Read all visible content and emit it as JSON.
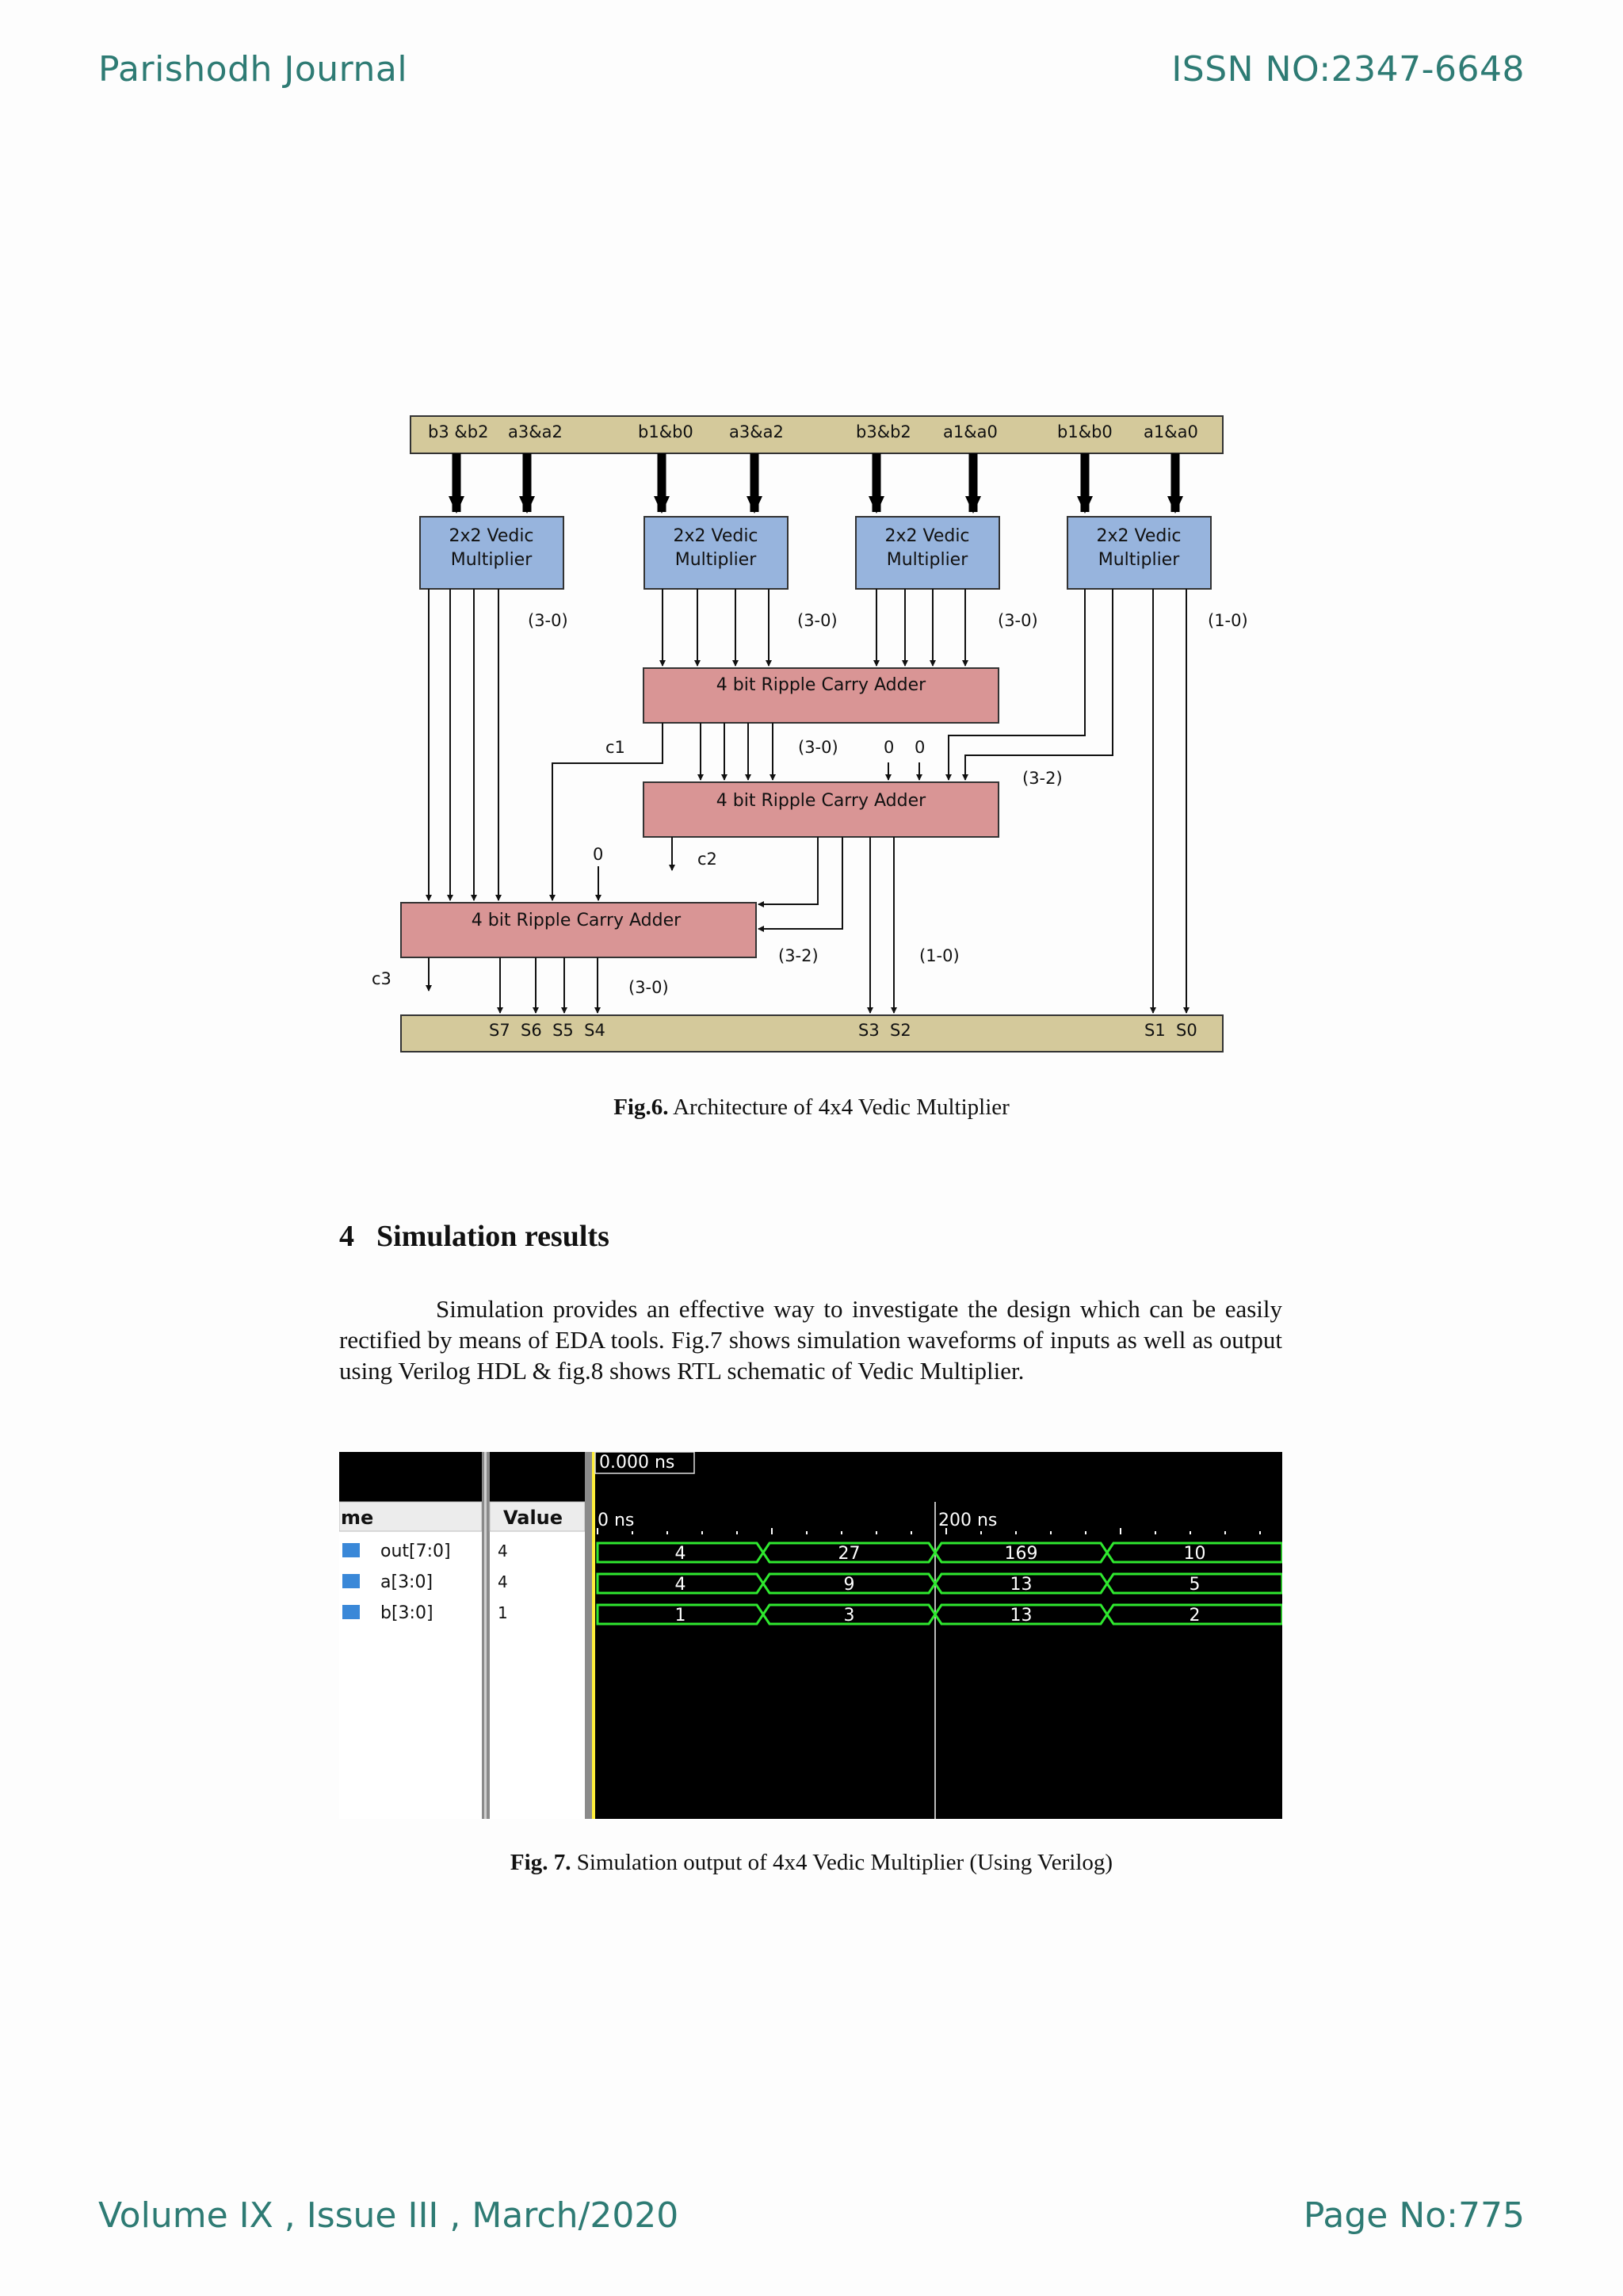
{
  "header": {
    "journal": "Parishodh Journal",
    "issn": "ISSN NO:2347-6648"
  },
  "footer": {
    "volume": "Volume IX , Issue III , March/2020",
    "page": "Page No:775"
  },
  "fig6": {
    "inputs": [
      "b3 &b2",
      "a3&a2",
      "b1&b0",
      "a3&a2",
      "b3&b2",
      "a1&a0",
      "b1&b0",
      "a1&a0"
    ],
    "vm_line1": "2x2 Vedic",
    "vm_line2": "Multiplier",
    "rca_label": "4 bit Ripple Carry Adder",
    "labels": {
      "r30a": "(3-0)",
      "r30b": "(3-0)",
      "r30c": "(3-0)",
      "r10": "(1-0)",
      "c1": "c1",
      "r30d": "(3-0)",
      "zero1": "0",
      "zero2": "0",
      "r32a": "(3-2)",
      "zero3": "0",
      "c2": "c2",
      "c3": "c3",
      "r32b": "(3-2)",
      "r10b": "(1-0)",
      "r30e": "(3-0)"
    },
    "outputs": {
      "g1": "S7  S6  S5  S4",
      "g2": "S3  S2",
      "g3": "S1  S0"
    },
    "caption_bold": "Fig.6.",
    "caption_text": " Architecture of 4x4 Vedic Multiplier"
  },
  "section": {
    "number": "4",
    "title": "Simulation results"
  },
  "paragraph": "Simulation provides an effective way to investigate the design which can be easily rectified by means of EDA tools. Fig.7 shows simulation waveforms of inputs as well as output using Verilog HDL & fig.8 shows RTL schematic of Vedic Multiplier.",
  "fig7": {
    "cursor_time": "0.000 ns",
    "col_name": "me",
    "col_value": "Value",
    "t0": "0 ns",
    "t200": "200 ns",
    "signals": [
      {
        "name": "out[7:0]",
        "value": "4",
        "segments": [
          "4",
          "27",
          "169",
          "10"
        ]
      },
      {
        "name": "a[3:0]",
        "value": "4",
        "segments": [
          "4",
          "9",
          "13",
          "5"
        ]
      },
      {
        "name": "b[3:0]",
        "value": "1",
        "segments": [
          "1",
          "3",
          "13",
          "2"
        ]
      }
    ],
    "colors": {
      "wave": "#2fe82f",
      "background": "#000000"
    },
    "caption_bold": "Fig. 7.",
    "caption_text": " Simulation output of 4x4 Vedic Multiplier (Using Verilog)"
  }
}
